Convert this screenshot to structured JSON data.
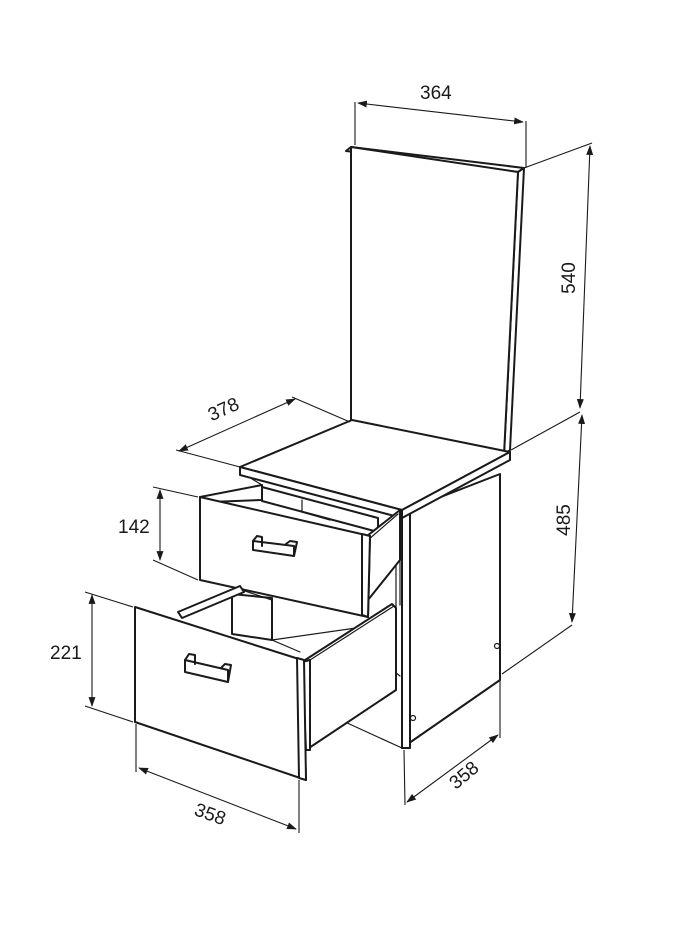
{
  "dimensions": {
    "backboard_width": "364",
    "backboard_height": "540",
    "top_depth": "378",
    "cabinet_height": "485",
    "upper_drawer_height": "142",
    "lower_drawer_height": "221",
    "lower_drawer_width": "358",
    "cabinet_depth": "358"
  }
}
